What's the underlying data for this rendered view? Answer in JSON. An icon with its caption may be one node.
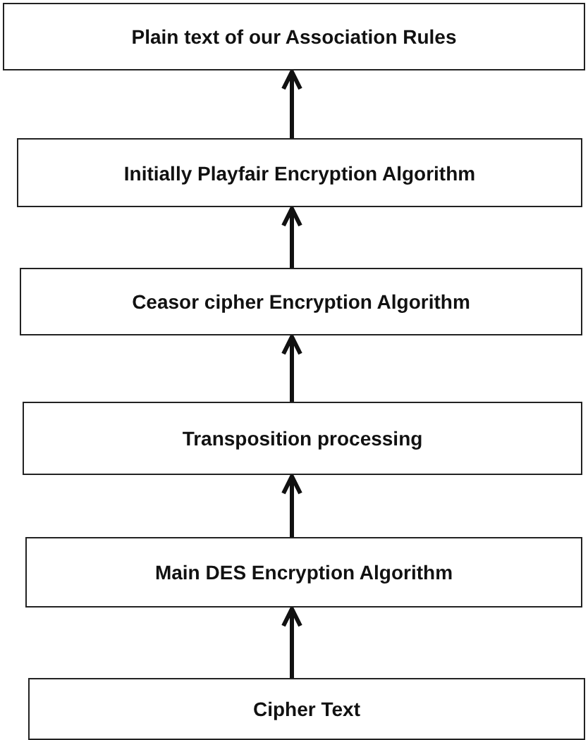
{
  "diagram": {
    "nodes": [
      {
        "text": [
          "Plain text of our Association Rules"
        ]
      },
      {
        "text": [
          "Initially Playfair Encryption Algorithm"
        ]
      },
      {
        "text": [
          "Ceasor cipher Encryption Algorithm"
        ]
      },
      {
        "text": [
          "Transposition processing"
        ]
      },
      {
        "text": [
          "Main DES Encryption Algorithm"
        ]
      },
      {
        "text": [
          "Cipher Text"
        ]
      }
    ],
    "edges": [
      {
        "from": 5,
        "to": 4,
        "arrow": "to"
      },
      {
        "from": 4,
        "to": 3,
        "arrow": "to"
      },
      {
        "from": 3,
        "to": 2,
        "arrow": "to"
      },
      {
        "from": 2,
        "to": 1,
        "arrow": "to"
      },
      {
        "from": 1,
        "to": 0,
        "arrow": "to"
      }
    ]
  }
}
